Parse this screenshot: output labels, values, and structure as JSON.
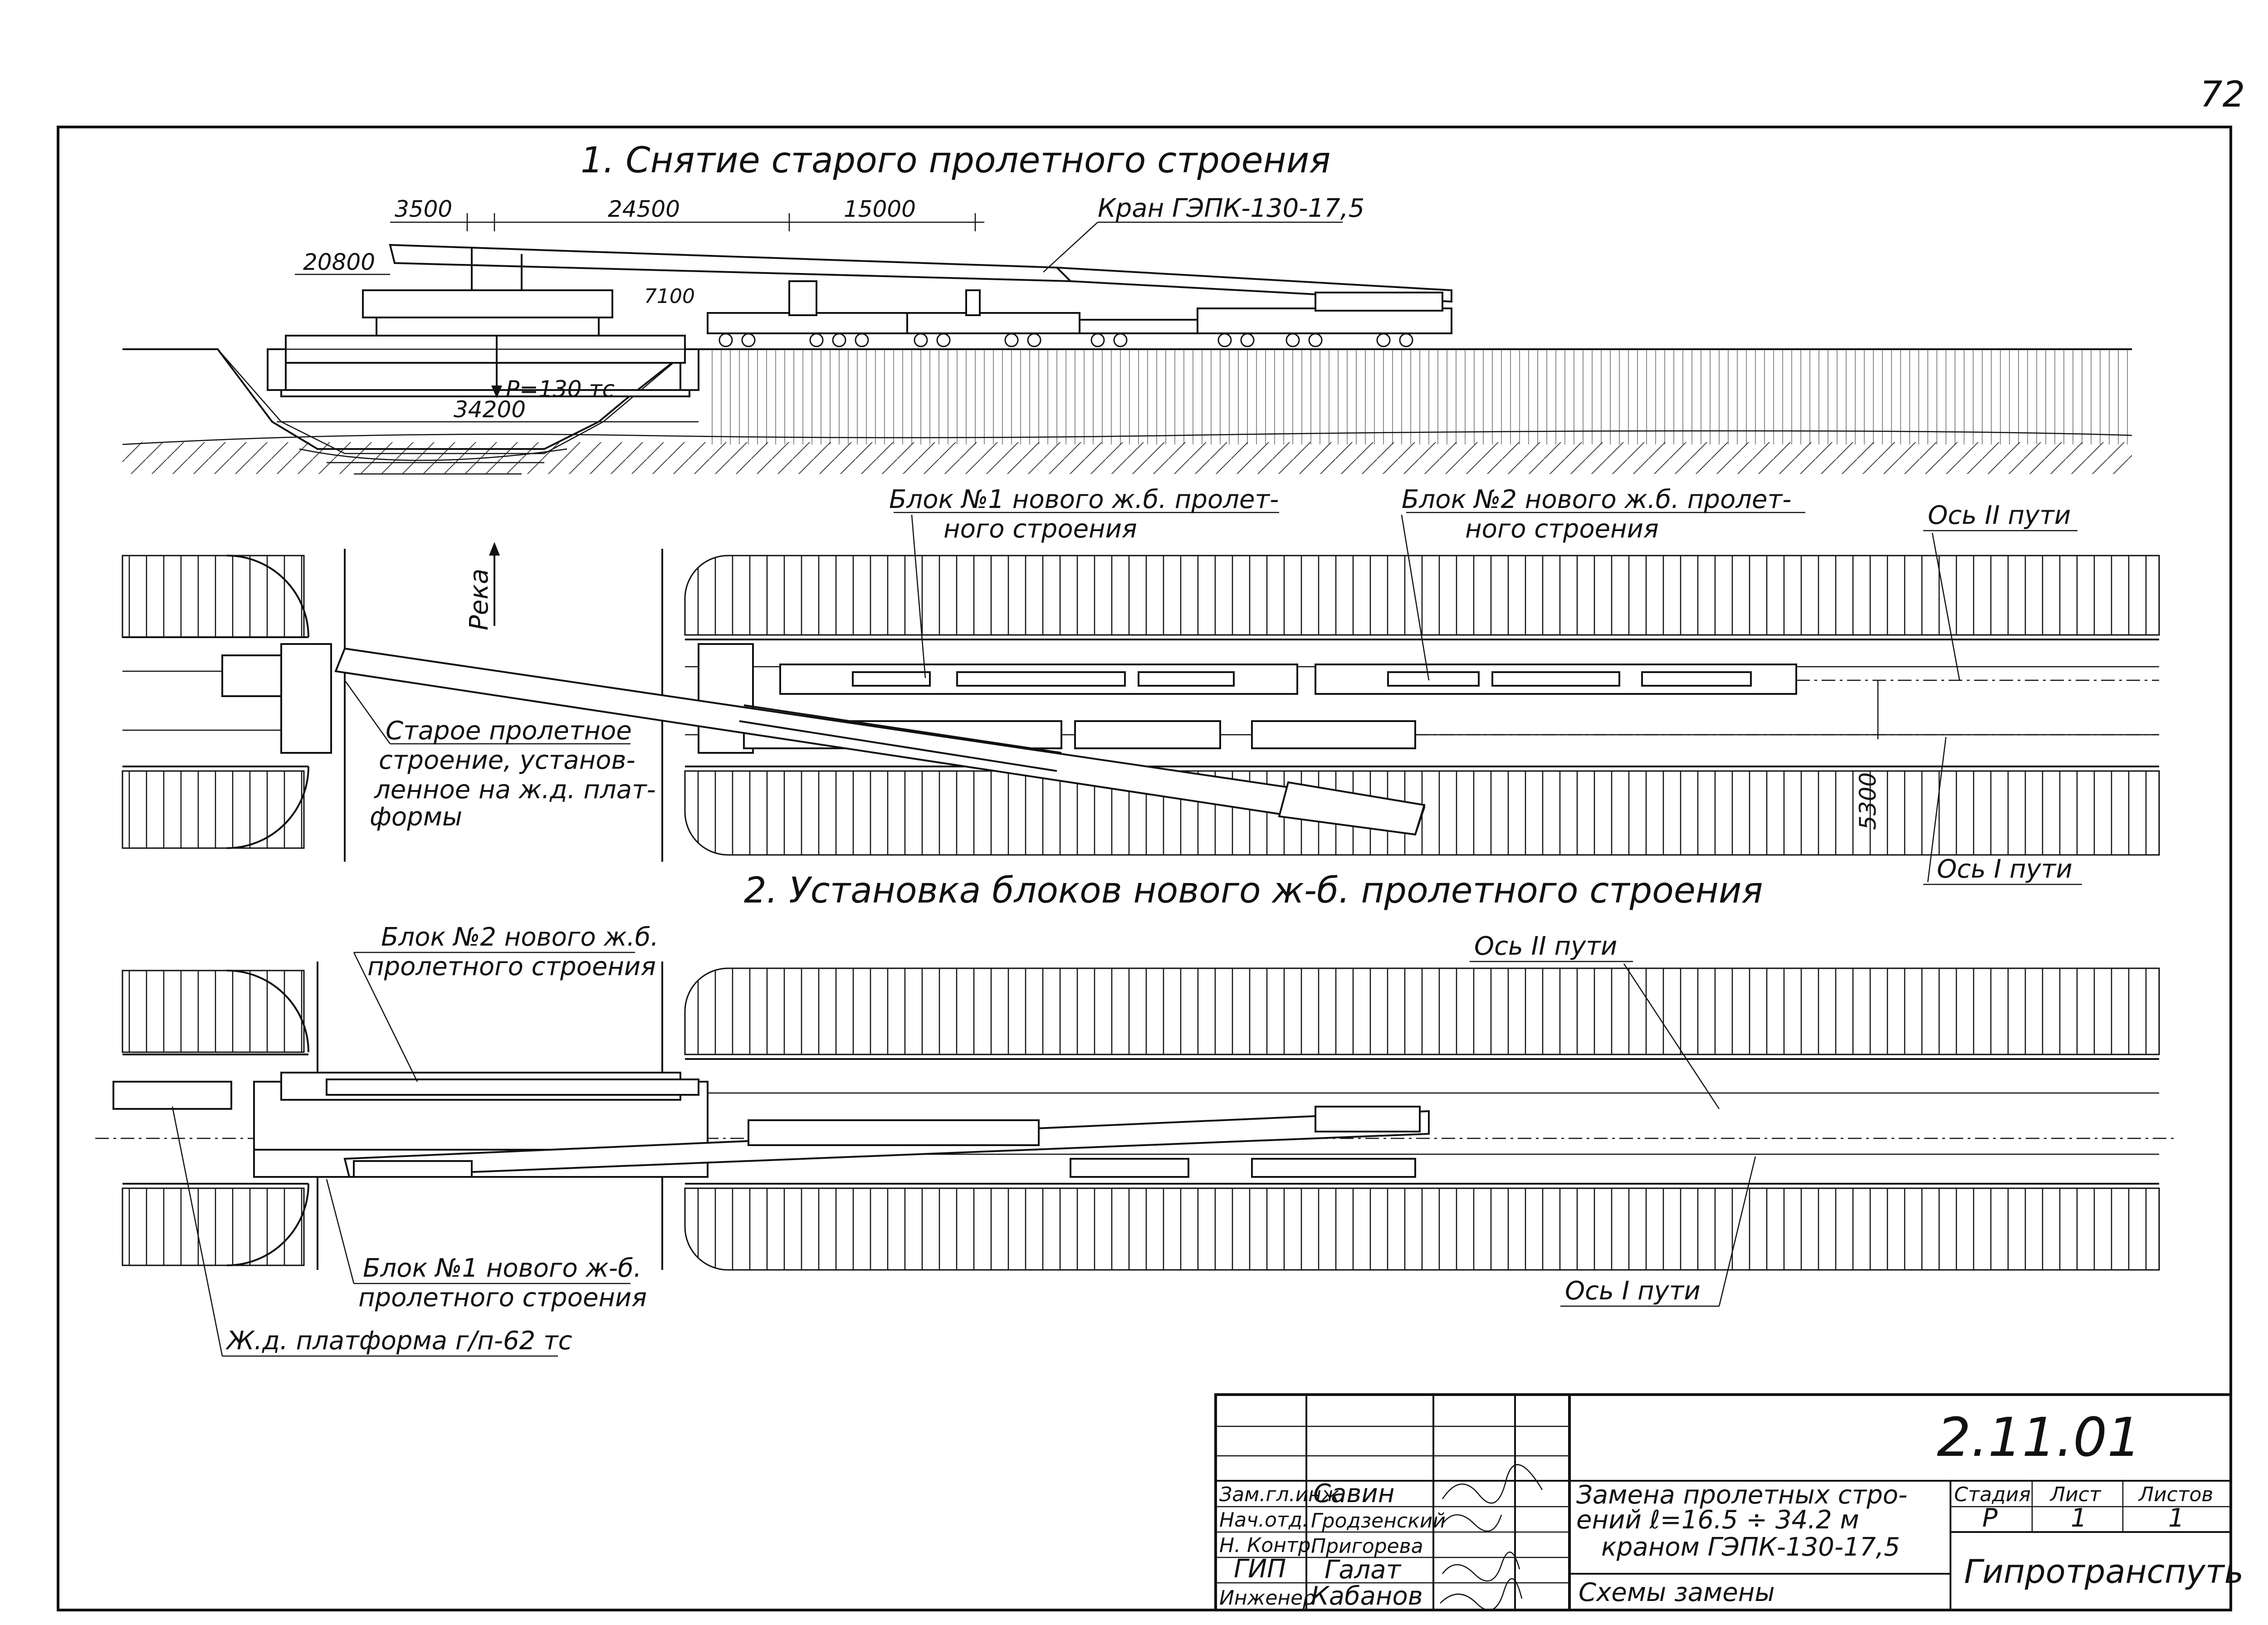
{
  "sheet": {
    "page_number": "72",
    "section1_title": "1. Снятие старого пролетного строения",
    "section2_title": "2. Установка блоков нового ж-б. пролетного строения"
  },
  "elevation": {
    "dims": {
      "d3500": "3500",
      "d24500": "24500",
      "d15000": "15000",
      "d20800": "20800",
      "d7100": "7100",
      "d34200": "34200"
    },
    "load_label": "P=130 тс",
    "crane_label": "Кран ГЭПК-130-17,5"
  },
  "plan1": {
    "river_label": "Река",
    "block1_label_l1": "Блок №1 нового ж.б. пролет-",
    "block1_label_l2": "ного строения",
    "block2_label_l1": "Блок №2 нового ж.б. пролет-",
    "block2_label_l2": "ного строения",
    "axis2_label": "Ось II пути",
    "axis1_label": "Ось I пути",
    "old_span_l1": "Старое пролетное",
    "old_span_l2": "строение, установ-",
    "old_span_l3": "ленное на ж.д. плат-",
    "old_span_l4": "формы",
    "dim5300": "5300"
  },
  "plan2": {
    "block2_label_l1": "Блок №2 нового ж.б.",
    "block2_label_l2": "пролетного строения",
    "block1_label_l1": "Блок №1 нового ж-б.",
    "block1_label_l2": "пролетного строения",
    "axis2_label": "Ось II пути",
    "axis1_label": "Ось I пути",
    "platform_label": "Ж.д. платформа г/п-62 тс"
  },
  "title_block": {
    "code": "2.11.01",
    "description_l1": "Замена пролетных стро-",
    "description_l2": "ений ℓ=16.5 ÷ 34.2 м",
    "description_l3": "краном ГЭПК-130-17,5",
    "description_l4": "Схемы замены",
    "stage_header": "Стадия",
    "sheet_header": "Лист",
    "sheets_header": "Листов",
    "stage_value": "Р",
    "sheet_value": "1",
    "sheets_value": "1",
    "organization": "Гипротранспуть",
    "signers": [
      {
        "role": "Зам.гл.инж.",
        "name": "Савин"
      },
      {
        "role": "Нач.отд.",
        "name": "Гродзенский"
      },
      {
        "role": "Н. Контр.",
        "name": "Пригорева"
      },
      {
        "role": "ГИП",
        "name": "Галат"
      },
      {
        "role": "Инженер",
        "name": "Кабанов"
      }
    ]
  }
}
